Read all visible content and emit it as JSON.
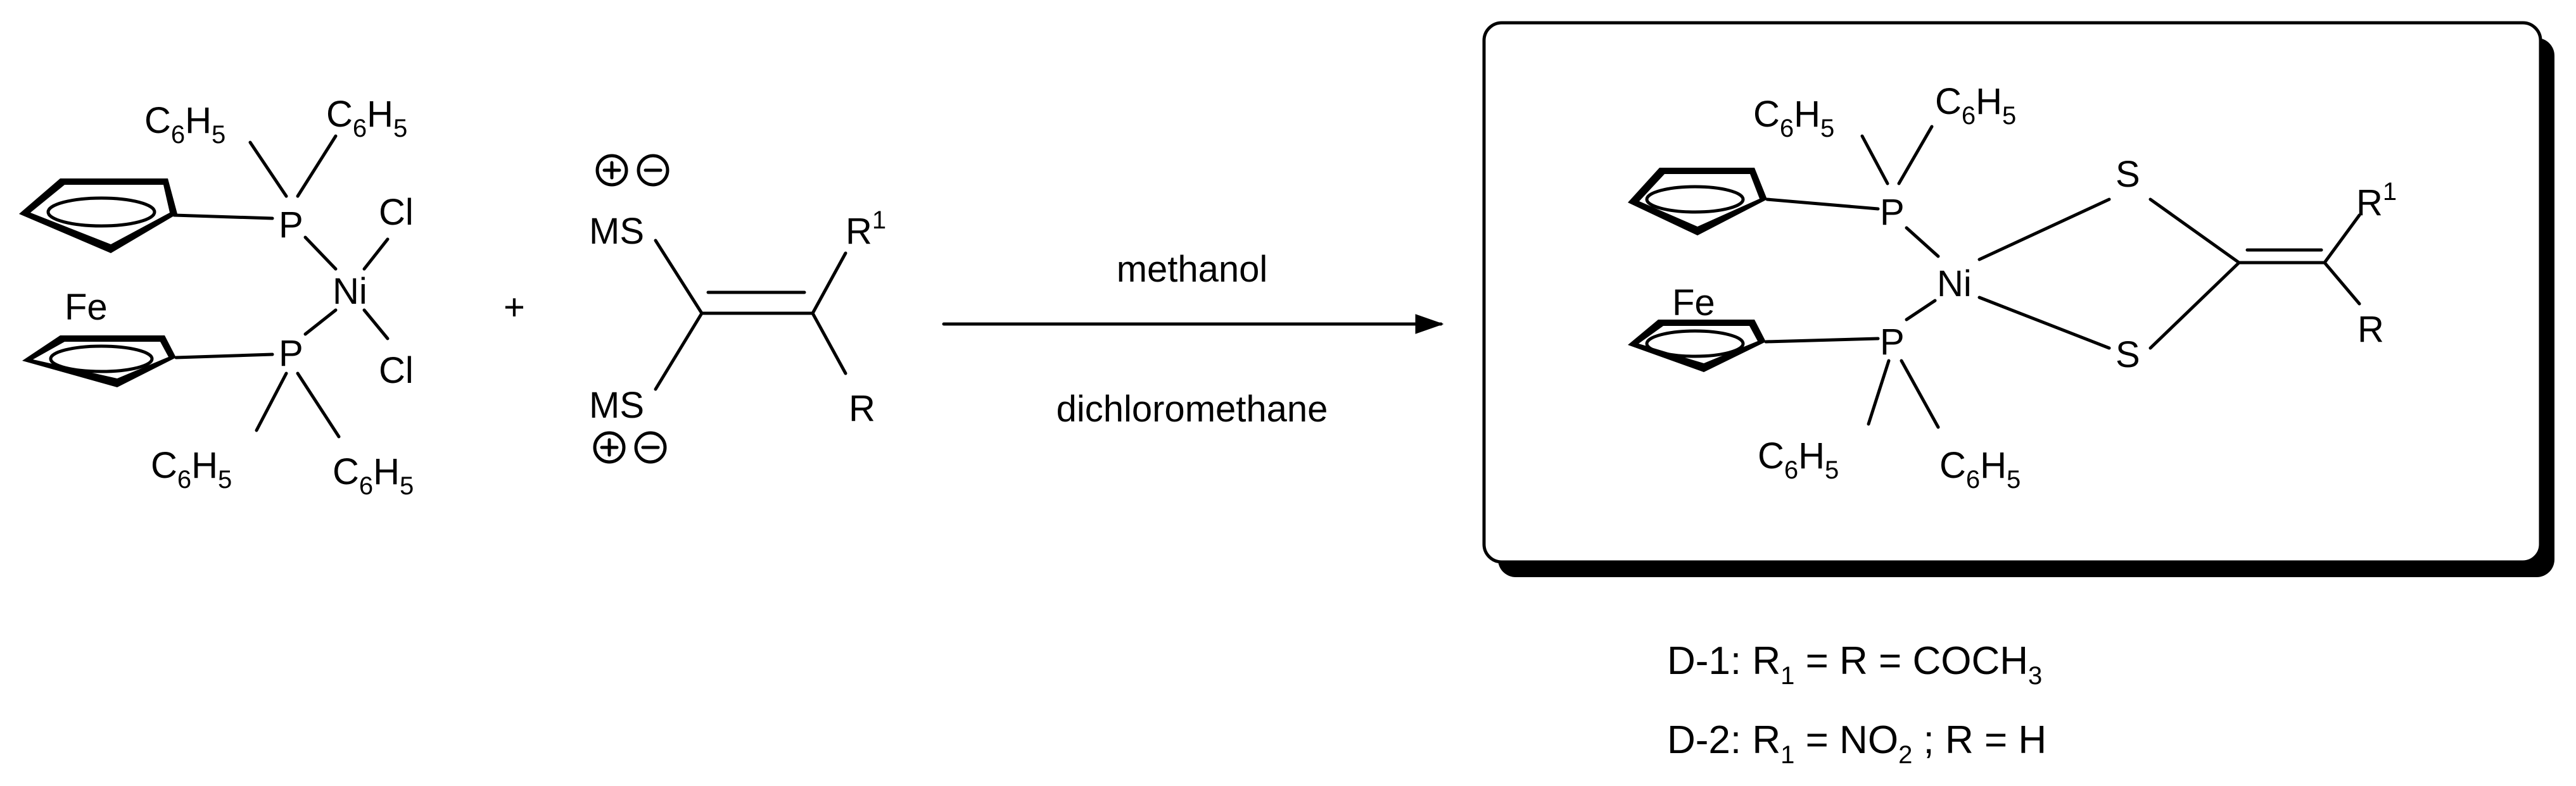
{
  "reactant1": {
    "metal": "Fe",
    "center": "Ni",
    "phosphorus": "P",
    "ligand_x": "Cl",
    "phenyl_base": "C",
    "phenyl_sub1": "6",
    "phenyl_mid": "H",
    "phenyl_sub2": "5"
  },
  "plus_sign": "+",
  "reactant2": {
    "ms": "MS",
    "r": "R",
    "r1_base": "R",
    "r1_sup": "1",
    "charge_plus": "+",
    "charge_minus": "−"
  },
  "arrow": {
    "top_label": "methanol",
    "bottom_label": "dichloromethane"
  },
  "product": {
    "metal": "Fe",
    "center": "Ni",
    "phosphorus": "P",
    "sulfur": "S",
    "r": "R",
    "r1_base": "R",
    "r1_sup": "1"
  },
  "captions": {
    "d1_prefix": "D-1: R",
    "d1_sub": "1",
    "d1_mid": " = R = COCH",
    "d1_sub2": "3",
    "d2_prefix": "D-2: R",
    "d2_sub": "1",
    "d2_mid": " = NO",
    "d2_sub2": "2",
    "d2_end": " ; R = H"
  }
}
